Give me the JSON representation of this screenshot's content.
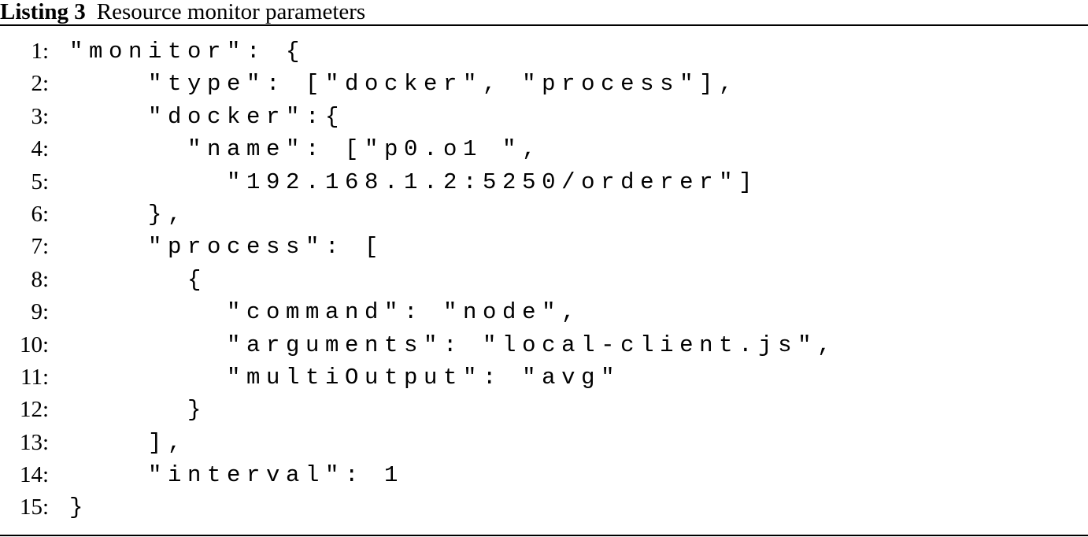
{
  "caption": {
    "label": "Listing 3",
    "title": "Resource monitor parameters"
  },
  "listing": [
    {
      "number": "1:",
      "text": "\"monitor\": {"
    },
    {
      "number": "2:",
      "text": "    \"type\": [\"docker\", \"process\"],"
    },
    {
      "number": "3:",
      "text": "    \"docker\":{"
    },
    {
      "number": "4:",
      "text": "      \"name\": [\"p0.o1 \","
    },
    {
      "number": "5:",
      "text": "        \"192.168.1.2:5250/orderer\"]"
    },
    {
      "number": "6:",
      "text": "    },"
    },
    {
      "number": "7:",
      "text": "    \"process\": ["
    },
    {
      "number": "8:",
      "text": "      {"
    },
    {
      "number": "9:",
      "text": "        \"command\": \"node\","
    },
    {
      "number": "10:",
      "text": "        \"arguments\": \"local-client.js\","
    },
    {
      "number": "11:",
      "text": "        \"multiOutput\": \"avg\""
    },
    {
      "number": "12:",
      "text": "      }"
    },
    {
      "number": "13:",
      "text": "    ],"
    },
    {
      "number": "14:",
      "text": "    \"interval\": 1"
    },
    {
      "number": "15:",
      "text": "}"
    }
  ]
}
